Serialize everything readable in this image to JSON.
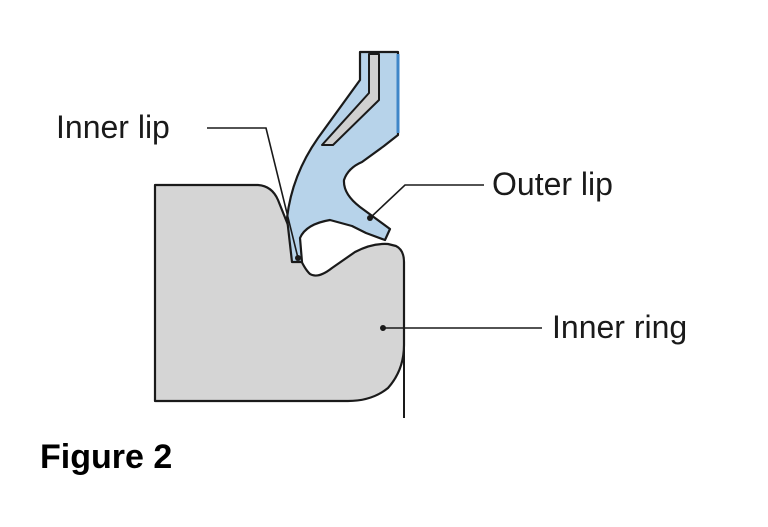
{
  "labels": {
    "inner_lip": "Inner lip",
    "outer_lip": "Outer lip",
    "inner_ring": "Inner ring"
  },
  "caption": "Figure 2",
  "colors": {
    "seal_fill": "#b7d3ea",
    "ring_fill": "#d5d5d5",
    "insert_fill": "#d0d0d0",
    "outline": "#1a1a1a",
    "edge_accent": "#3f86c8"
  }
}
